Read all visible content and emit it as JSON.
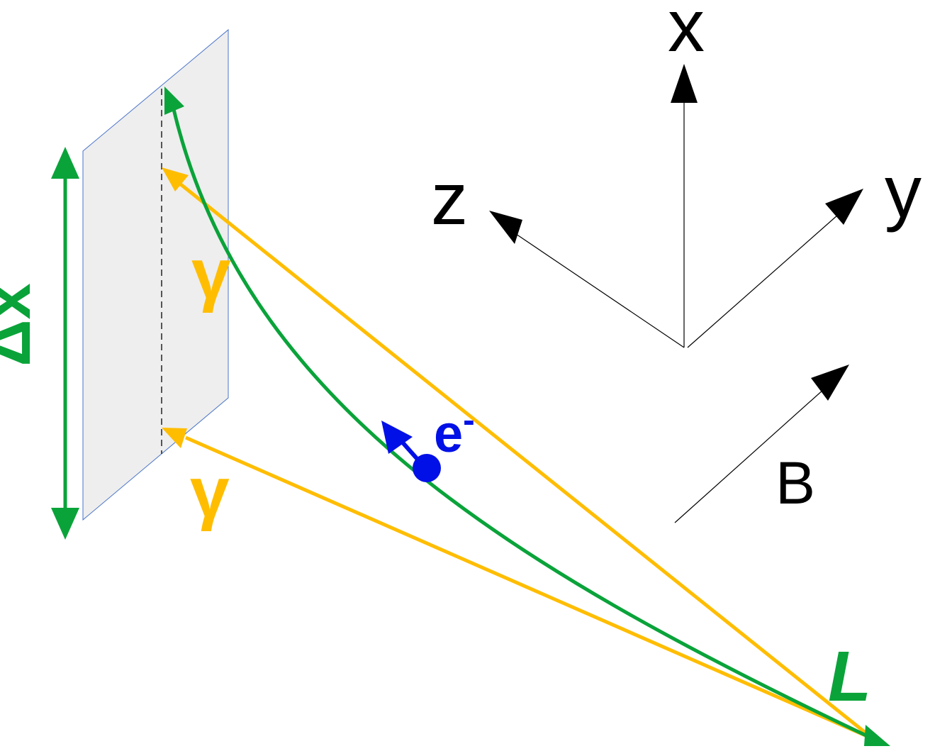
{
  "labels": {
    "axis_x": "x",
    "axis_y": "y",
    "axis_z": "z",
    "field": "B",
    "photon_upper": "γ",
    "photon_lower": "γ",
    "electron_base": "e",
    "electron_charge": "-",
    "detector_height": "Δx",
    "path_length": "L"
  },
  "colors": {
    "axes": "#000000",
    "electron_path": "#0aa33a",
    "photon": "#ffbd00",
    "electron": "#0010e6",
    "detector_fill": "#eeeeee",
    "detector_edge": "#4a74c9",
    "dimension": "#0aa33a"
  }
}
